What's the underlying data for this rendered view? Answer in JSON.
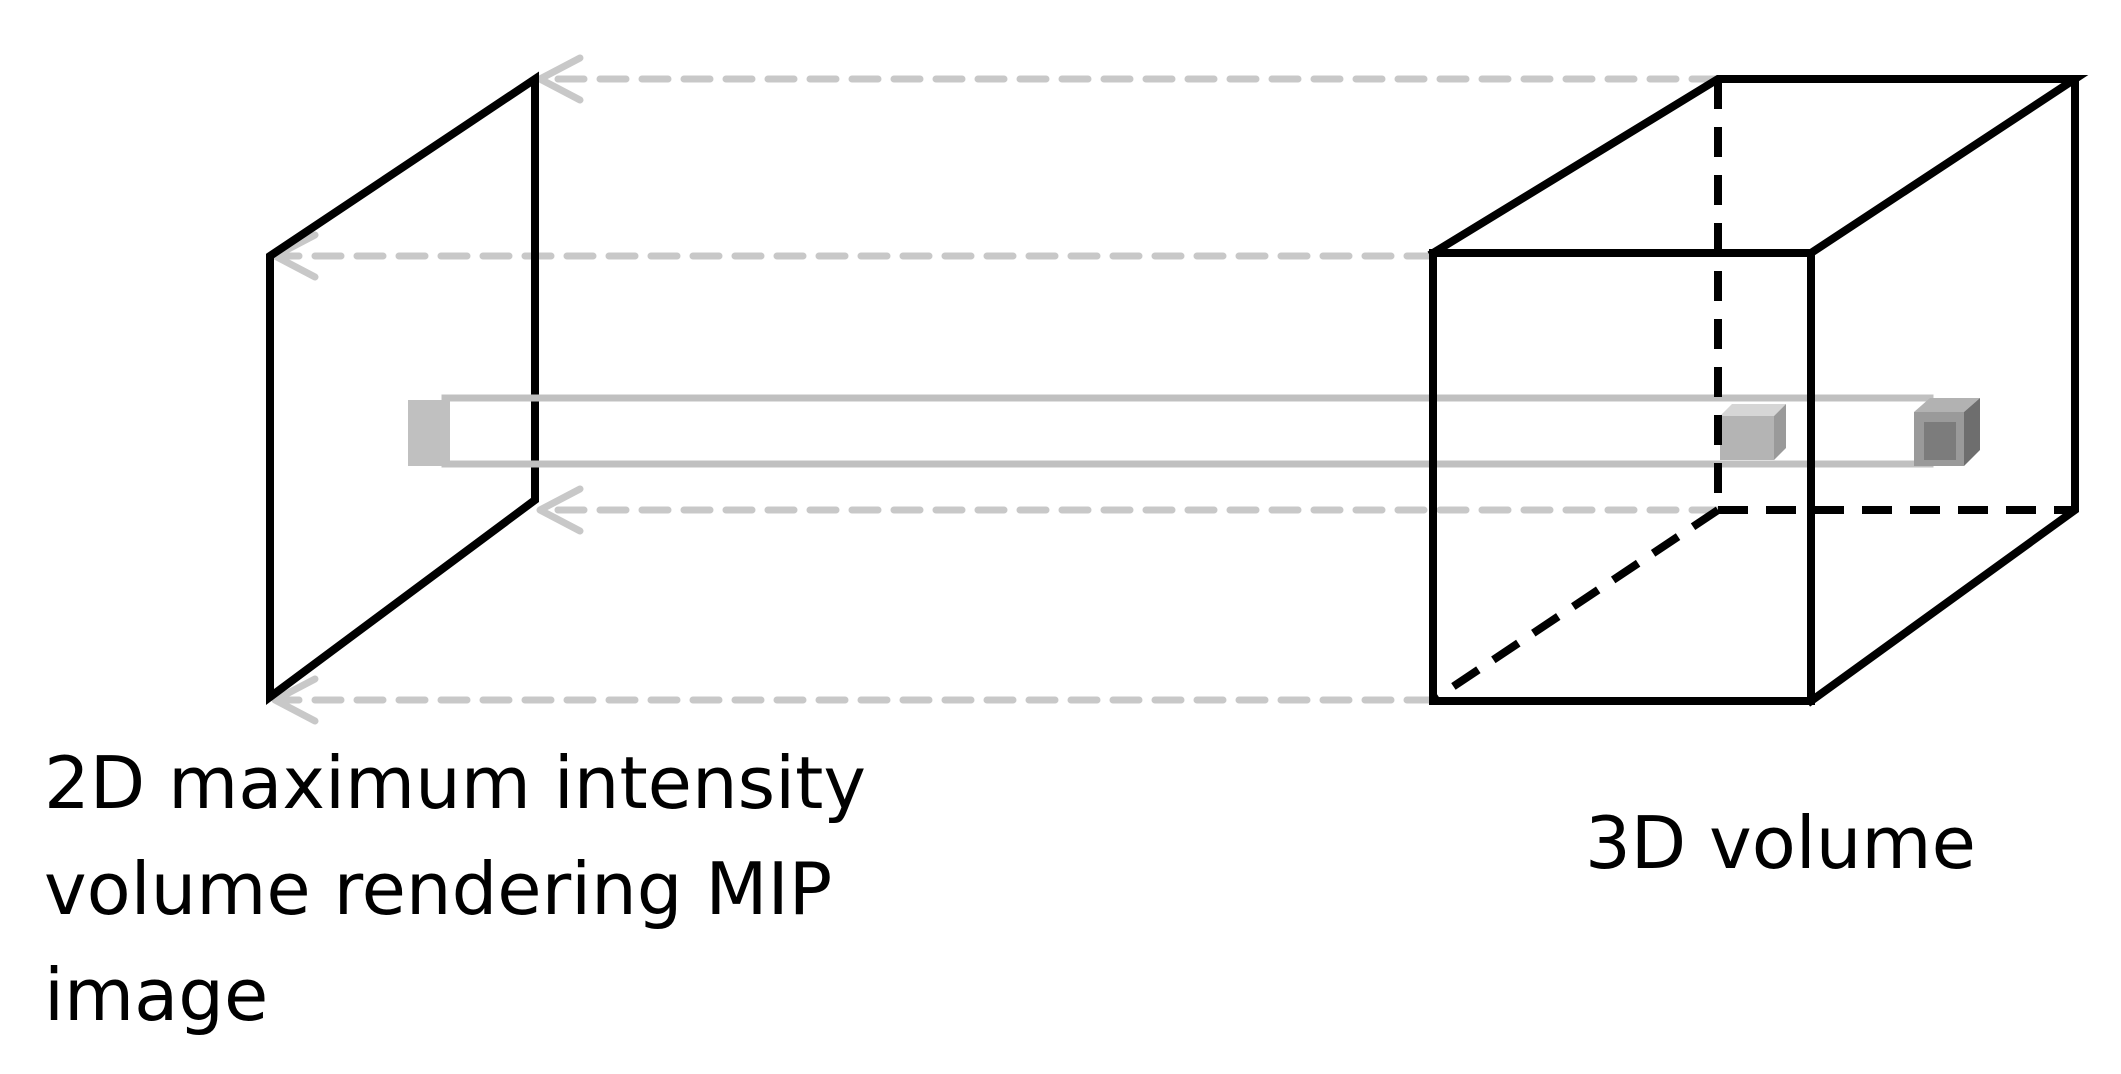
{
  "diagram": {
    "mip_image_label_lines": [
      "2D maximum intensity",
      "volume rendering MIP",
      "image"
    ],
    "volume_label": "3D volume",
    "colors": {
      "outline": "#000000",
      "projection_arrows": "#c8c8c8",
      "ray_beam": "#c0c0c0",
      "voxel_light": "#b4b4b4",
      "voxel_dark": "#808080"
    }
  }
}
